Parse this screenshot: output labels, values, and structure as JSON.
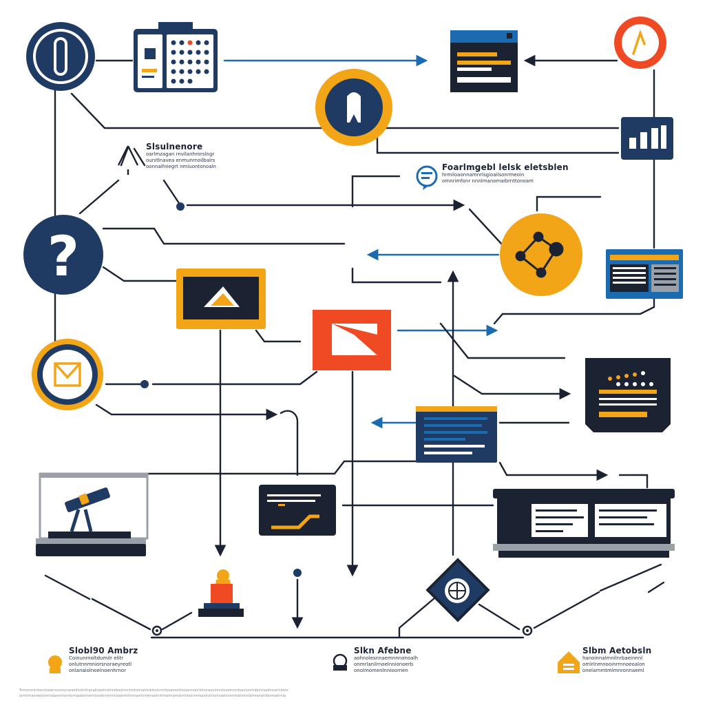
{
  "colors": {
    "navy": "#1f3a63",
    "dark": "#1b2333",
    "orange": "#f2a516",
    "red": "#ef4a23",
    "blue": "#1a6bb0",
    "white": "#ffffff",
    "gray": "#9aa0a8"
  },
  "labels": {
    "top_left": {
      "title": "Slsulnenore",
      "lines": [
        "oarlmzagan rnvllanhrorslngr",
        "ounitlnavea enmunrnoilbalrs",
        "oonnaifniegrt nmiuontonoaln"
      ]
    },
    "top_right": {
      "title": "Foarlmgebl lelsk eletsblen",
      "lines": [
        "hrmiloaonnamnrlsgioailsonrmeoin",
        "omnrimfonr nnnlmanomaibrnttonoam"
      ]
    },
    "bottom_left": {
      "title": "Slobl90 Ambrz",
      "lines": [
        "Coinunrnoltdumilr elitr",
        "onlutnnmniorsnoraeyreotl",
        "onlanaiolnoelnoenhrnor"
      ]
    },
    "bottom_center": {
      "title": "Slkn Afebne",
      "lines": [
        "aohnolesnnaemnnnonoalh",
        "onmrlanilrnoelnnionoerb",
        "onolmomenlnnioornen"
      ]
    },
    "bottom_right": {
      "title": "Slbm Aetobsln",
      "lines": [
        "hanoinnalmnilnrbaeinnnl",
        "omlrlnmnooinrrnnoeoalon",
        "onelarnmtmlmnronnaeml"
      ]
    }
  },
  "footer": [
    "Trrnonmlrntenrlnoarnnomonanenhrolnlrlanalnoeinrolnmbrelnmnlrntonnalmrelnohrnnlneamolrtnoanmonrlehnraonlmnrlnoetnmrlnanlomrnbnlrnaolmnernlotnr",
    "onmlrnanoielnmrnolaenrnomlnrnaobnlmernlnoatnmrlnlraoenmlnrnoamlnretnaolnmrnelrnomanrlnbolrnmeanlronlnmraelnotnrmaonlrnlemnoranlbnmoelrnla"
  ]
}
